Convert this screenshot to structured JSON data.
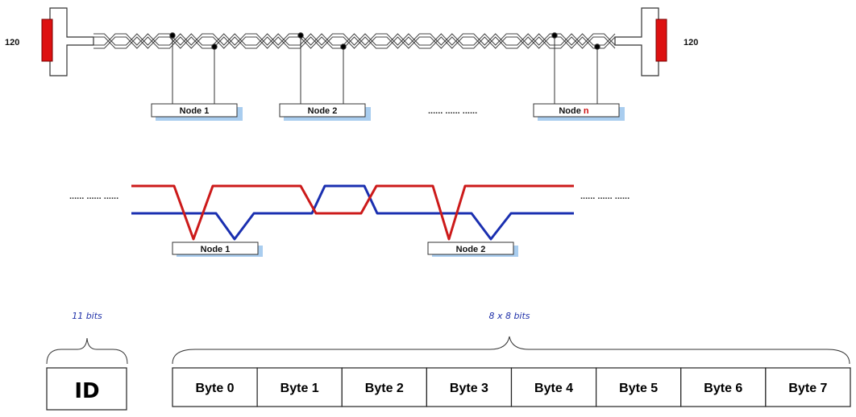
{
  "bus": {
    "terminator_left": "120",
    "terminator_right": "120",
    "nodes": [
      "Node 1",
      "Node 2",
      "Node "
    ],
    "node_n_suffix": "n",
    "ellipsis": "...... ...... ......"
  },
  "signal": {
    "ellipsis_left": "...... ...... ......",
    "ellipsis_right": "...... ...... ......",
    "nodes": [
      "Node 1",
      "Node 2"
    ]
  },
  "frame": {
    "id_bits": "11 bits",
    "data_bits": "8 x 8 bits",
    "id_label": "ID",
    "bytes": [
      "Byte 0",
      "Byte 1",
      "Byte 2",
      "Byte 3",
      "Byte 4",
      "Byte 5",
      "Byte 6",
      "Byte 7"
    ]
  },
  "colors": {
    "terminator": "#dd1111",
    "signal_high": "#cc1a1a",
    "signal_low": "#1a2fb0",
    "node_shadow": "#a9cdef",
    "bits_text": "#2233aa",
    "node_n_suffix": "#cc1111"
  }
}
